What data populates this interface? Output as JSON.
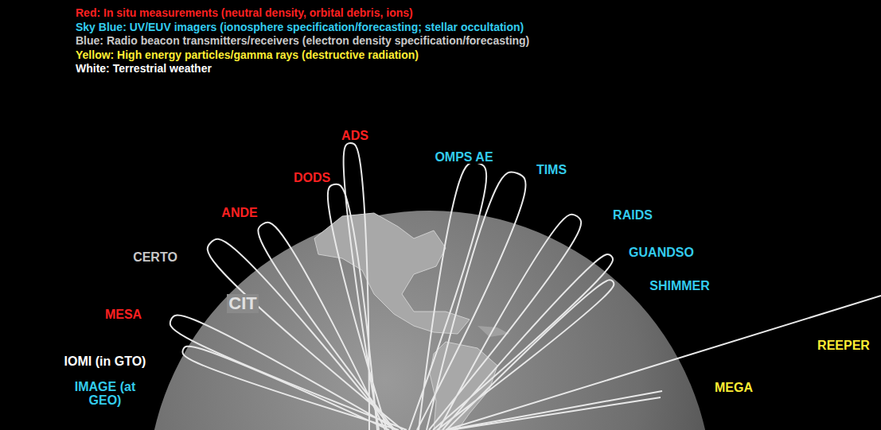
{
  "diagram": {
    "labels": [
      "ADS",
      "DODS",
      "ANDE",
      "CERTO",
      "CIT",
      "MESA",
      "IOMI (in GTO)",
      "IMAGE (at GEO)",
      "OMPS AE",
      "TIMS",
      "RAIDS",
      "GUANDSO",
      "SHIMMER",
      "REEPER",
      "MEGA"
    ],
    "legend": [
      {
        "text": "Red:  In situ measurements (neutral density, orbital debris, ions)",
        "color": "#ff2020"
      },
      {
        "text": "Sky Blue:  UV/EUV imagers (ionosphere specification/forecasting; stellar occultation)",
        "color": "#33ccee"
      },
      {
        "text": "Blue:  Radio beacon transmitters/receivers (electron density specification/forecasting)",
        "color": "#c8c8c8"
      },
      {
        "text": "Yellow: High energy particles/gamma rays (destructive radiation)",
        "color": "#ffee33"
      },
      {
        "text": "White:  Terrestrial weather",
        "color": "#ffffff"
      }
    ]
  }
}
